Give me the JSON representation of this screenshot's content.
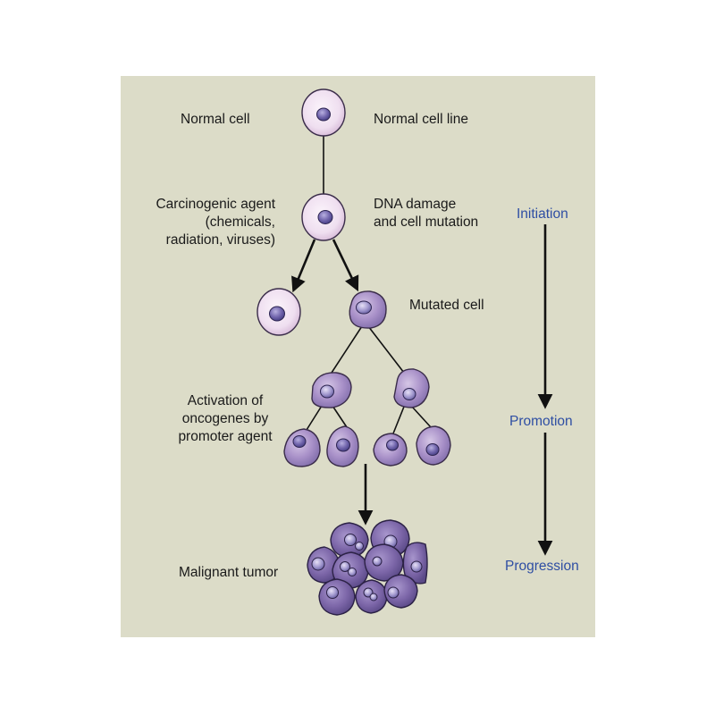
{
  "labels": {
    "normal_cell": "Normal cell",
    "normal_cell_line": "Normal cell line",
    "carcinogenic_agent": [
      "Carcinogenic agent",
      "(chemicals,",
      "radiation, viruses)"
    ],
    "dna_damage": [
      "DNA damage",
      "and cell mutation"
    ],
    "mutated_cell": "Mutated cell",
    "activation": [
      "Activation of",
      "oncogenes by",
      "promoter agent"
    ],
    "malignant_tumor": "Malignant tumor"
  },
  "stages": {
    "initiation": "Initiation",
    "promotion": "Promotion",
    "progression": "Progression"
  },
  "colors": {
    "panel_background": "#dcdcc8",
    "stage_text": "#2e4ea3",
    "normal_cell_fill": "#eedcef",
    "mutated_cell_fill": "#a88fc4",
    "tumor_cell_fill": "#7d66a8",
    "nucleus_fill": "#6e62a8"
  }
}
